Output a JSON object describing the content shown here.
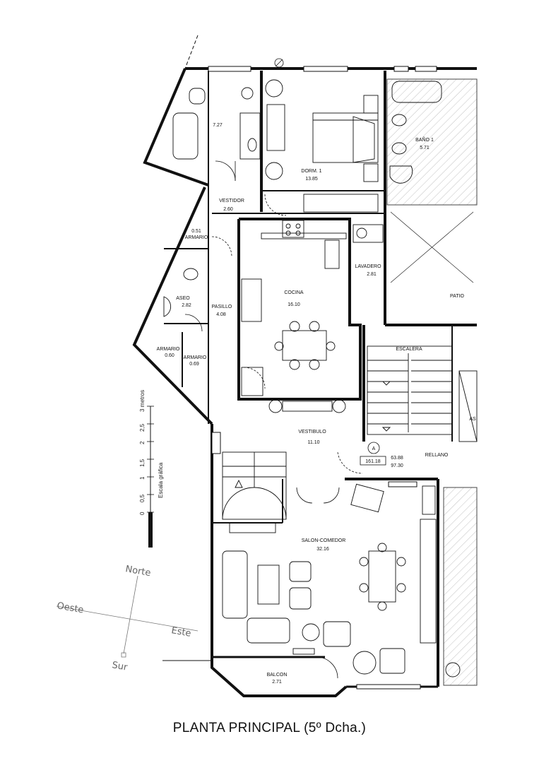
{
  "title": "PLANTA PRINCIPAL  (5º Dcha.)",
  "rooms": {
    "bath2": {
      "area": "7.27"
    },
    "dorm1": {
      "name": "DORM. 1",
      "area": "13.85"
    },
    "bano1": {
      "name": "BAÑO  1",
      "area": "5.71"
    },
    "vestidor": {
      "name": "VESTIDOR",
      "area": "2.60"
    },
    "armario1": {
      "name": "ARMARIO",
      "area": "0.51"
    },
    "aseo": {
      "name": "ASEO",
      "area": "2.82"
    },
    "pasillo": {
      "name": "PASILLO",
      "area": "4.08"
    },
    "cocina": {
      "name": "COCINA",
      "area": "16.10"
    },
    "lavadero": {
      "name": "LAVADERO",
      "area": "2.81"
    },
    "patio": {
      "name": "PATIO"
    },
    "armario2": {
      "name": "ARMARIO",
      "area": "0.60"
    },
    "armario3": {
      "name": "ARMARIO",
      "area": "0.69"
    },
    "escalera": {
      "name": "ESCALERA"
    },
    "asc": {
      "name": "AS"
    },
    "vestibulo": {
      "name": "VESTIBULO",
      "area": "11.10"
    },
    "rellano": {
      "name": "RELLANO"
    },
    "salon": {
      "name": "SALON-COMEDOR",
      "area": "32.16"
    },
    "balcon": {
      "name": "BALCON",
      "area": "2.71"
    }
  },
  "totals": {
    "marker": "A",
    "boxed": "161.18",
    "useful": "63.88",
    "built": "97.30"
  },
  "scale": {
    "label": "Escala gráfica",
    "unit": "3 metros",
    "ticks": [
      "0",
      "0,5",
      "1",
      "1,5",
      "2",
      "2,5"
    ]
  },
  "compass": {
    "north": "Norte",
    "south": "Sur",
    "east": "Este",
    "west": "Oeste"
  }
}
